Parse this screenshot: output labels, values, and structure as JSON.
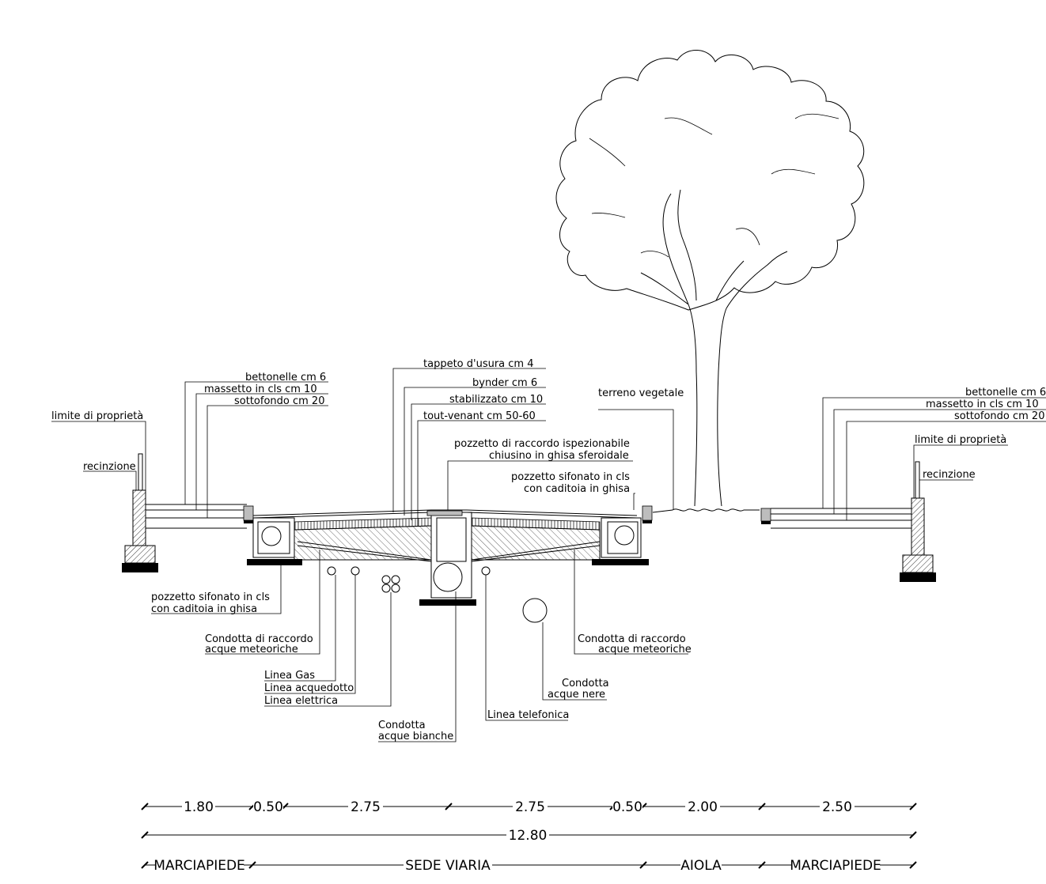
{
  "labels": {
    "left": {
      "bettonelle": "bettonelle cm 6",
      "massetto": "massetto in cls cm 10",
      "sottofondo": "sottofondo cm 20",
      "limite": "limite di proprietà",
      "recinzione": "recinzione",
      "pozzetto_1": "pozzetto sifonato in cls",
      "pozzetto_2": "con caditoia in ghisa"
    },
    "road": {
      "tappeto": "tappeto d'usura cm  4",
      "bynder": "bynder cm  6",
      "stabilizzato": "stabilizzato cm 10",
      "toutvenant": "tout-venant cm 50-60",
      "pozzetto_racc_1": "pozzetto di raccordo ispezionabile",
      "pozzetto_racc_2": "chiusino in ghisa sferoidale",
      "pozzetto_sif_1": "pozzetto sifonato in cls",
      "pozzetto_sif_2": "con caditoia in ghisa",
      "terreno": "terreno vegetale"
    },
    "right": {
      "bettonelle": "bettonelle cm 6",
      "massetto": "massetto in cls cm 10",
      "sottofondo": "sottofondo cm 20",
      "limite": "limite di proprietà",
      "recinzione": "recinzione"
    },
    "utilities": {
      "condotta_racc_l_1": "Condotta di raccordo",
      "condotta_racc_l_2": "acque meteoriche",
      "gas": "Linea Gas",
      "acquedotto": "Linea acquedotto",
      "elettrica": "Linea elettrica",
      "bianche_1": "Condotta",
      "bianche_2": "acque bianche",
      "telefonica": "Linea telefonica",
      "nere_1": "Condotta",
      "nere_2": "acque nere",
      "condotta_racc_r_1": "Condotta di raccordo",
      "condotta_racc_r_2": "acque meteoriche"
    }
  },
  "dimensions": {
    "partials": [
      "1.80",
      "0.50",
      "2.75",
      "2.75",
      "0.50",
      "2.00",
      "2.50"
    ],
    "total": "12.80",
    "zones": [
      "MARCIAPIEDE",
      "SEDE VIARIA",
      "AIOLA",
      "MARCIAPIEDE"
    ]
  }
}
